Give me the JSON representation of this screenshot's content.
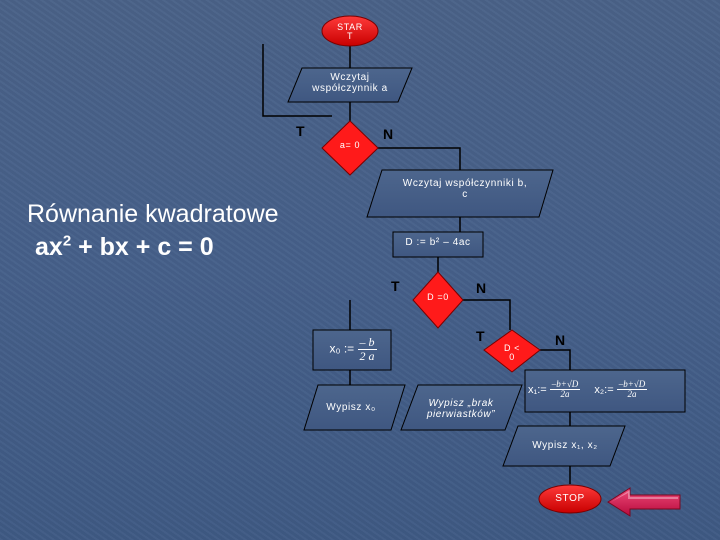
{
  "title": {
    "line1": "Równanie kwadratowe",
    "line2_prefix": "ax",
    "line2_exp": "2",
    "line2_suffix": " + bx + c = 0"
  },
  "flowchart": {
    "start": {
      "label": "STAR T"
    },
    "read_a": {
      "label": "Wczytaj współczynnik a"
    },
    "decision_a": {
      "label": "a= 0",
      "yes": "T",
      "no": "N"
    },
    "read_bc": {
      "label": "Wczytaj współczynniki b, c"
    },
    "compute_delta": {
      "label": "D := b² – 4ac"
    },
    "decision_d0": {
      "label": "D =0",
      "yes": "T",
      "no": "N"
    },
    "decision_dlt0": {
      "label": "D < 0",
      "yes": "T",
      "no": "N"
    },
    "assign_x0": {
      "var": "x₀ :=",
      "num": "– b",
      "den": "2 a"
    },
    "assign_x12": {
      "x1_var": "x₁:=",
      "x1_num": "–b+√D",
      "x1_den": "2a",
      "x2_var": "x₂:=",
      "x2_num": "–b+√D",
      "x2_den": "2a"
    },
    "print_x0": {
      "label": "Wypisz x₀"
    },
    "print_no_roots": {
      "label": "Wypisz „brak pierwiastków”"
    },
    "print_x12": {
      "label": "Wypisz x₁, x₂"
    },
    "stop": {
      "label": "STOP"
    }
  },
  "colors": {
    "background": "#46608a",
    "terminal_fill": "#e60000",
    "decision_fill": "#ff0000",
    "back_button": "#d8164e"
  },
  "icons": [
    "back-arrow-icon"
  ]
}
